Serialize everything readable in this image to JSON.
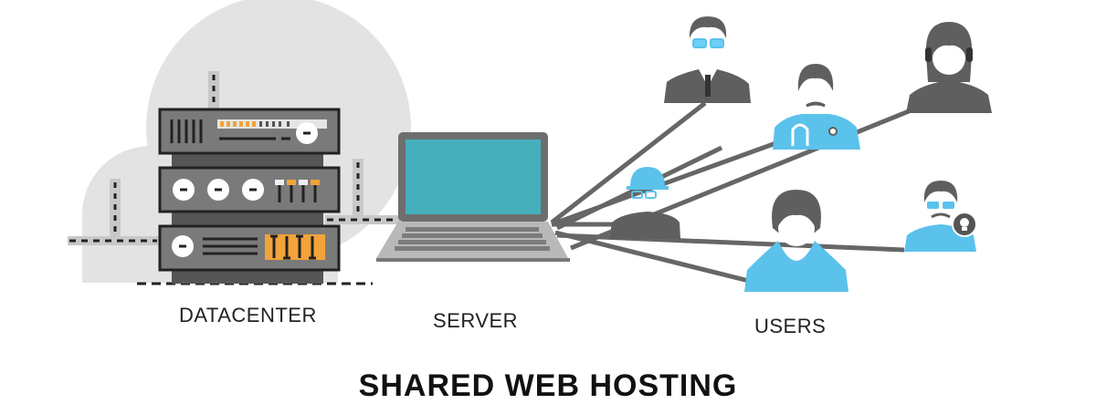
{
  "diagram": {
    "title": "SHARED WEB HOSTING",
    "colors": {
      "cloud": "#e3e3e3",
      "rack_dark": "#555555",
      "rack_panel": "#7a7a7a",
      "accent_orange": "#f2a33a",
      "screen_teal": "#45b0bc",
      "laptop_body": "#b9b9b9",
      "connector": "#666666",
      "user_grey": "#5f5f5f",
      "user_blue": "#5bc2ec"
    },
    "nodes": [
      {
        "id": "datacenter",
        "label": "DATACENTER",
        "icon": "server-rack-icon"
      },
      {
        "id": "server",
        "label": "SERVER",
        "icon": "laptop-icon"
      },
      {
        "id": "users",
        "label": "USERS",
        "icon": "users-group-icon"
      }
    ],
    "users": [
      {
        "id": "businessman",
        "icon": "businessman-icon",
        "color": "grey"
      },
      {
        "id": "doctor",
        "icon": "doctor-icon",
        "color": "blue"
      },
      {
        "id": "support-agent",
        "icon": "headset-woman-icon",
        "color": "grey"
      },
      {
        "id": "engineer",
        "icon": "engineer-helmet-icon",
        "color": "grey"
      },
      {
        "id": "woman",
        "icon": "woman-icon",
        "color": "blue"
      },
      {
        "id": "idea-man",
        "icon": "idea-man-icon",
        "color": "blue"
      }
    ]
  }
}
